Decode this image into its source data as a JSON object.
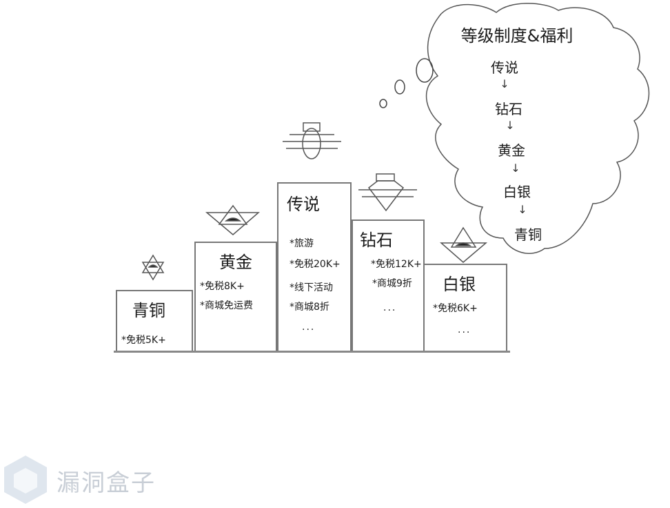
{
  "cloud": {
    "title": "等级制度&福利",
    "ranks": [
      "传说",
      "钻石",
      "黄金",
      "白银",
      "青铜"
    ],
    "arrow": "↓"
  },
  "podium": {
    "bronze": {
      "name": "青铜",
      "perks": [
        "*免税5K+"
      ]
    },
    "gold": {
      "name": "黄金",
      "perks": [
        "*免税8K+",
        "*商城免运费"
      ]
    },
    "legend": {
      "name": "传说",
      "perks": [
        "*旅游",
        "*免税20K+",
        "*线下活动",
        "*商城8折"
      ],
      "more": "..."
    },
    "diamond": {
      "name": "钻石",
      "perks": [
        "*免税12K+",
        "*商城9折"
      ],
      "more": "..."
    },
    "silver": {
      "name": "白银",
      "perks": [
        "*免税6K+"
      ],
      "more": "..."
    }
  },
  "watermark": {
    "text": "漏洞盒子"
  }
}
